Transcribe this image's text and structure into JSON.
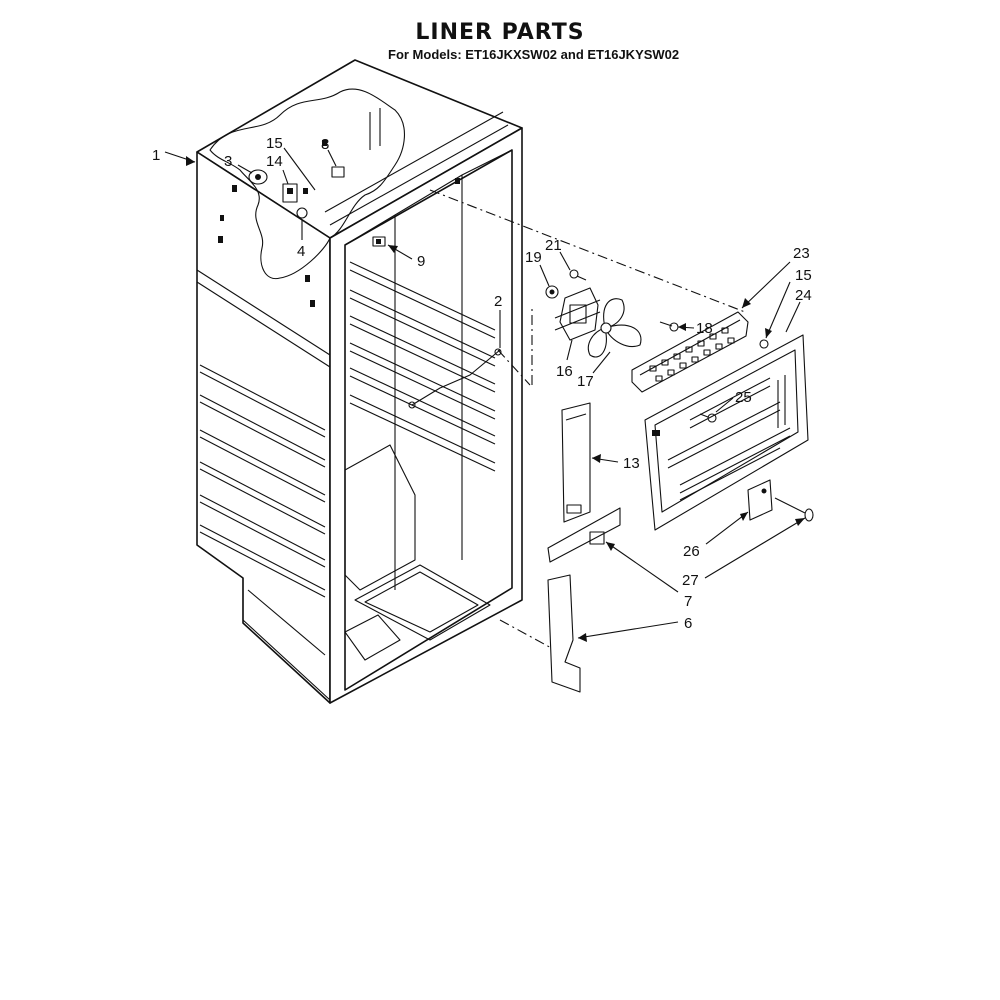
{
  "header": {
    "title": "LINER PARTS",
    "subtitle": "For Models: ET16JKXSW02 and ET16JKYSW02"
  },
  "callouts": [
    "1",
    "3",
    "15",
    "14",
    "8",
    "4",
    "9",
    "2",
    "21",
    "19",
    "16",
    "17",
    "18",
    "23",
    "15",
    "24",
    "25",
    "13",
    "26",
    "27",
    "7",
    "6"
  ]
}
